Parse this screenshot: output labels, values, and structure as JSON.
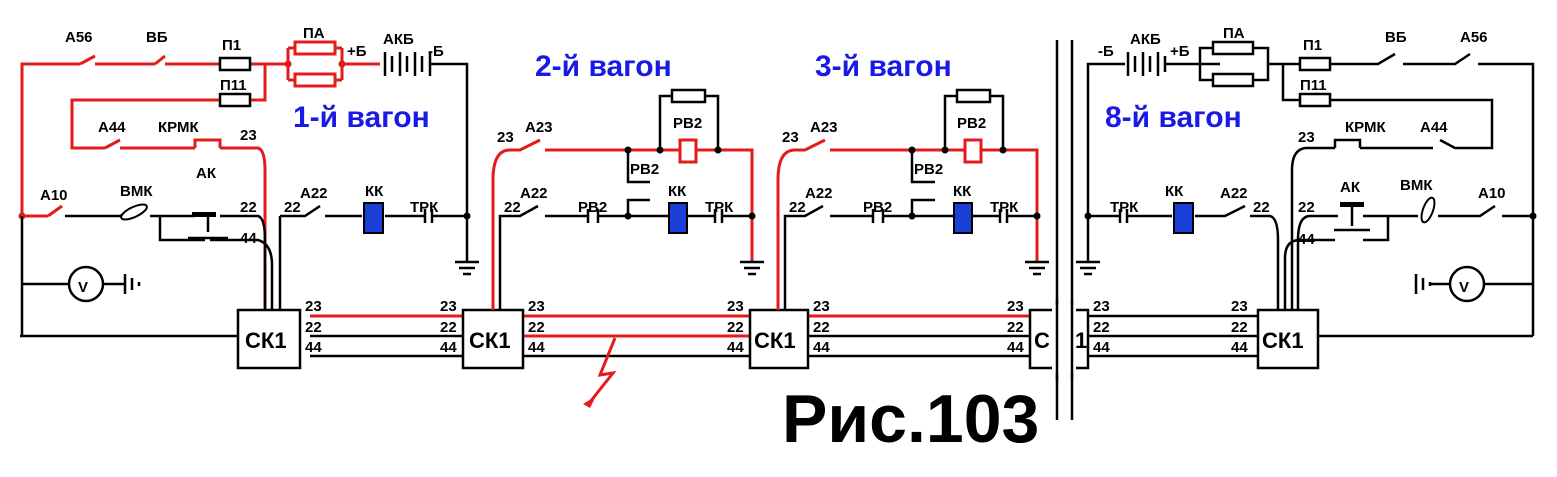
{
  "colors": {
    "energized": "#e21b1b",
    "wire": "#000000",
    "car_label": "#1a1ae6",
    "coil": "#1a3fd6"
  },
  "figure_title": "Рис.103",
  "cars": [
    "1-й вагон",
    "2-й вагон",
    "3-й вагон",
    "8-й вагон"
  ],
  "labels": {
    "a56": "А56",
    "vb": "ВБ",
    "p1": "П1",
    "p11": "П11",
    "pa": "ПА",
    "akb": "АКБ",
    "plus_b": "+Б",
    "minus_b": "-Б",
    "a44": "А44",
    "krmk": "КРМК",
    "a10": "А10",
    "vmk": "ВМК",
    "ak": "АК",
    "a22": "А22",
    "kk": "КК",
    "trk": "ТРК",
    "a23": "А23",
    "rv2": "РВ2",
    "voltmeter": "V"
  },
  "wire_numbers": {
    "w23": "23",
    "w22": "22",
    "w44": "44"
  },
  "connectors": {
    "ck1": "СК1",
    "ck_part_a": "С",
    "ck_part_b": "1"
  }
}
